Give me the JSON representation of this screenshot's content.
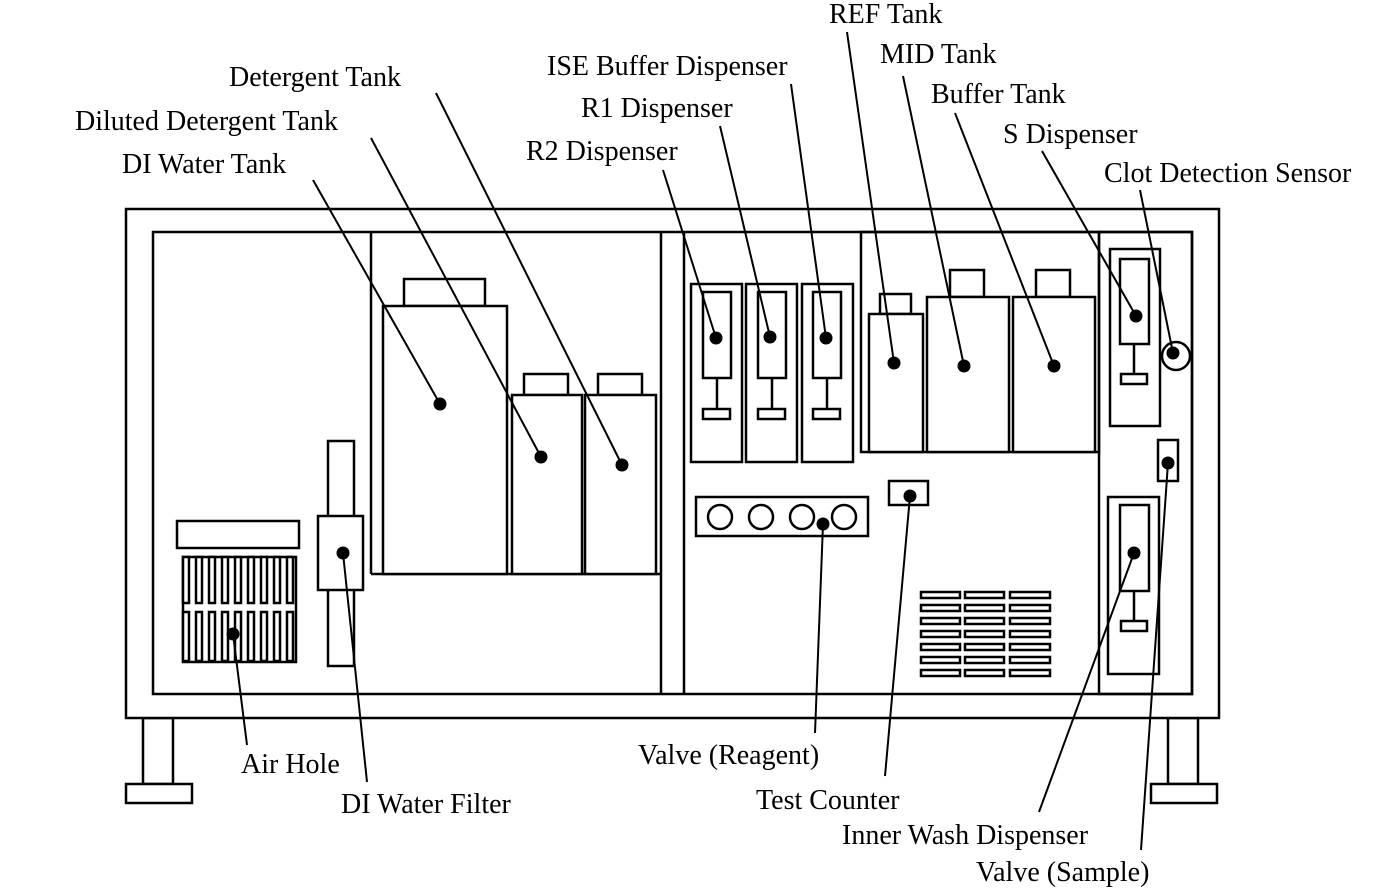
{
  "labels": {
    "detergent_tank": "Detergent Tank",
    "diluted_detergent_tank": "Diluted Detergent Tank",
    "di_water_tank": "DI Water Tank",
    "ise_buffer_dispenser": "ISE Buffer Dispenser",
    "r1_dispenser": "R1 Dispenser",
    "r2_dispenser": "R2 Dispenser",
    "ref_tank": "REF Tank",
    "mid_tank": "MID Tank",
    "buffer_tank": "Buffer Tank",
    "s_dispenser": "S Dispenser",
    "clot_detection_sensor": "Clot Detection Sensor",
    "air_hole": "Air Hole",
    "di_water_filter": "DI Water Filter",
    "valve_reagent": "Valve (Reagent)",
    "test_counter": "Test Counter",
    "inner_wash_dispenser": "Inner Wash Dispenser",
    "valve_sample": "Valve (Sample)"
  },
  "colors": {
    "line": "#000000",
    "background": "#ffffff"
  }
}
